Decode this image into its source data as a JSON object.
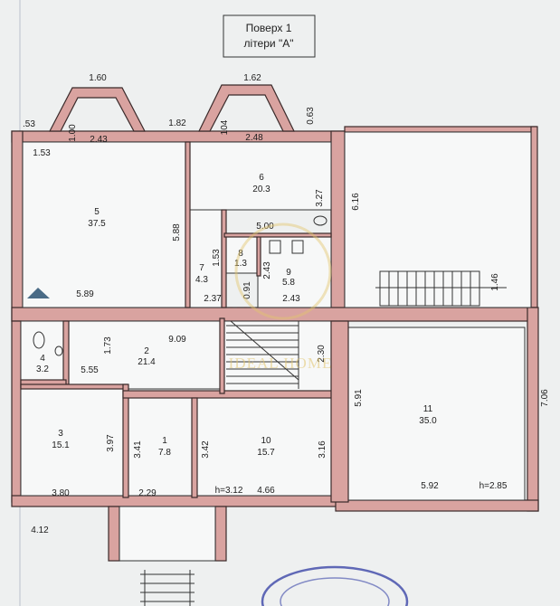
{
  "title": {
    "line1": "Поверх 1",
    "line2": "літери \"А\""
  },
  "rooms": [
    {
      "id": "5",
      "area": "37.5"
    },
    {
      "id": "6",
      "area": "20.3"
    },
    {
      "id": "7",
      "area": "4.3"
    },
    {
      "id": "8",
      "area": "1.3"
    },
    {
      "id": "9",
      "area": "5.8"
    },
    {
      "id": "4",
      "area": "3.2"
    },
    {
      "id": "2",
      "area": "21.4"
    },
    {
      "id": "3",
      "area": "15.1"
    },
    {
      "id": "1",
      "area": "7.8"
    },
    {
      "id": "10",
      "area": "15.7"
    },
    {
      "id": "11",
      "area": "35.0"
    }
  ],
  "dimensions": {
    "bay_left_top": "1.60",
    "bay_right_top": "1.62",
    "left_edge": ".53",
    "bay_left_side": "1.00",
    "between_bays": "1.82",
    "bay_right_side_l": "104",
    "bay_right_side_r": "0.63",
    "r5_top": "2.43",
    "r6_top": "2.48",
    "r5_left": "1.53",
    "r6_right": "3.27",
    "right_block_side": "6.16",
    "r5_height": "5.88",
    "r9_top": "5.00",
    "r8_side": "1.53",
    "r9_side": "2.43",
    "r5_bottom": "5.89",
    "door_w": "0.91",
    "r7_bottom": "2.37",
    "r9_bottom": "2.43",
    "stair_len": "1.46",
    "r2_side": "1.73",
    "r2_width": "9.09",
    "r4_bottom": "5.55",
    "stair_h": "2.30",
    "r11_side": "5.91",
    "outer_right": "7.06",
    "r3_side": "3.97",
    "r1_side_l": "3.41",
    "r10_side_l": "3.42",
    "r10_side_r": "3.16",
    "r3_bottom": "3.80",
    "r1_bottom": "2.29",
    "h_left": "h=3.12",
    "r10_bottom": "4.66",
    "r11_bottom": "5.92",
    "h_right": "h=2.85",
    "outer_bottom": "4.12"
  },
  "watermark": "IDEAL HOME",
  "colors": {
    "wall": "#d9a3a0",
    "floor": "#f7f8f8",
    "line": "#333333",
    "watermark": "#e2c56c",
    "stamp": "#3b46a8"
  }
}
